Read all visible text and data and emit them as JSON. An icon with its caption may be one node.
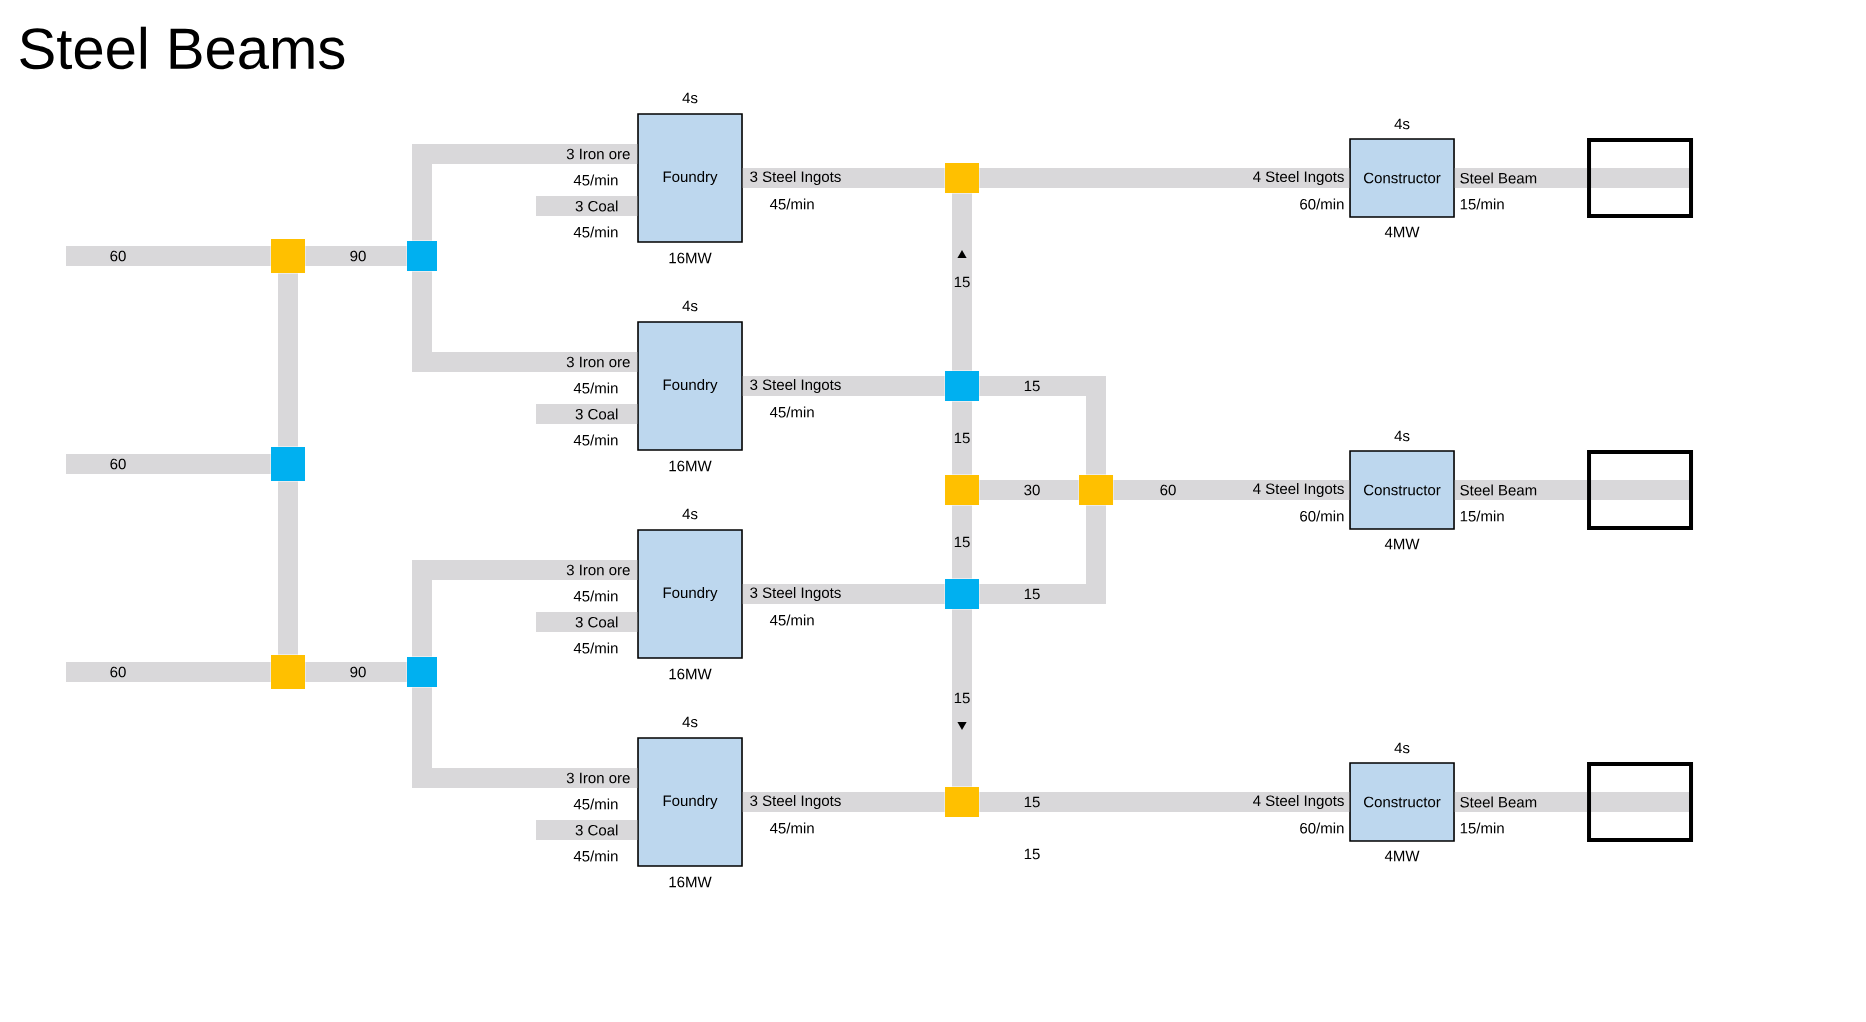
{
  "diagram": {
    "title": "Steel Beams",
    "nodes": [
      {
        "text": [],
        "shape": "box"
      },
      {
        "text": [],
        "shape": "box"
      },
      {
        "text": [],
        "shape": "box"
      },
      {
        "text": [],
        "shape": "box"
      },
      {
        "text": [],
        "shape": "box"
      },
      {
        "text": [
          "Foundry"
        ],
        "beside": [
          "4s",
          "3 Iron ore",
          "45/min",
          "3 Coal",
          "45/min",
          "3 Steel Ingots",
          "45/min",
          "16MW"
        ]
      },
      {
        "text": [
          "Foundry"
        ],
        "beside": [
          "4s",
          "3 Iron ore",
          "45/min",
          "3 Coal",
          "45/min",
          "3 Steel Ingots",
          "45/min",
          "16MW"
        ]
      },
      {
        "text": [
          "Foundry"
        ],
        "beside": [
          "4s",
          "3 Iron ore",
          "45/min",
          "3 Coal",
          "45/min",
          "3 Steel Ingots",
          "45/min",
          "16MW"
        ]
      },
      {
        "text": [
          "Foundry"
        ],
        "beside": [
          "4s",
          "3 Iron ore",
          "45/min",
          "3 Coal",
          "45/min",
          "3 Steel Ingots",
          "45/min",
          "16MW"
        ]
      },
      {
        "text": [],
        "shape": "box"
      },
      {
        "text": [],
        "shape": "box"
      },
      {
        "text": [],
        "shape": "box"
      },
      {
        "text": [],
        "shape": "box"
      },
      {
        "text": [],
        "shape": "box"
      },
      {
        "text": [],
        "shape": "box"
      },
      {
        "text": [
          "Constructor"
        ],
        "beside": [
          "4s",
          "4 Steel Ingots",
          "60/min",
          "Steel Beam",
          "15/min",
          "4MW"
        ]
      },
      {
        "text": [
          "Constructor"
        ],
        "beside": [
          "4s",
          "4 Steel Ingots",
          "60/min",
          "Steel Beam",
          "15/min",
          "4MW"
        ]
      },
      {
        "text": [
          "Constructor"
        ],
        "beside": [
          "4s",
          "4 Steel Ingots",
          "60/min",
          "Steel Beam",
          "15/min",
          "4MW"
        ]
      },
      {
        "text": [],
        "shape": "box"
      },
      {
        "text": [],
        "shape": "box"
      },
      {
        "text": [],
        "shape": "box"
      }
    ],
    "edges": [
      {
        "from": null,
        "to": 0,
        "arrow": "none",
        "label": "60"
      },
      {
        "from": null,
        "to": 1,
        "arrow": "none",
        "label": "60"
      },
      {
        "from": null,
        "to": 2,
        "arrow": "none",
        "label": "60"
      },
      {
        "from": 1,
        "to": 0,
        "arrow": "none"
      },
      {
        "from": 1,
        "to": 2,
        "arrow": "none"
      },
      {
        "from": 0,
        "to": 3,
        "arrow": "none",
        "label": "90"
      },
      {
        "from": 2,
        "to": 4,
        "arrow": "none",
        "label": "90"
      },
      {
        "from": 3,
        "to": 5,
        "arrow": "none"
      },
      {
        "from": null,
        "to": 5,
        "arrow": "none"
      },
      {
        "from": 3,
        "to": 6,
        "arrow": "none"
      },
      {
        "from": null,
        "to": 6,
        "arrow": "none"
      },
      {
        "from": 4,
        "to": 7,
        "arrow": "none"
      },
      {
        "from": null,
        "to": 7,
        "arrow": "none"
      },
      {
        "from": 4,
        "to": 8,
        "arrow": "none"
      },
      {
        "from": null,
        "to": 8,
        "arrow": "none"
      },
      {
        "from": 5,
        "to": 9,
        "arrow": "none"
      },
      {
        "from": 6,
        "to": 10,
        "arrow": "none"
      },
      {
        "from": 7,
        "to": 12,
        "arrow": "none"
      },
      {
        "from": 8,
        "to": 13,
        "arrow": "none"
      },
      {
        "from": 10,
        "to": 9,
        "arrow": "to",
        "label": "15"
      },
      {
        "from": 10,
        "to": 11,
        "arrow": "none",
        "label": "15"
      },
      {
        "from": 12,
        "to": 11,
        "arrow": "none",
        "label": "15"
      },
      {
        "from": 12,
        "to": 13,
        "arrow": "to",
        "label": "15"
      },
      {
        "from": 10,
        "to": 14,
        "arrow": "none",
        "label": "15"
      },
      {
        "from": 11,
        "to": 14,
        "arrow": "none",
        "label": "30"
      },
      {
        "from": 12,
        "to": 14,
        "arrow": "none",
        "label": "15"
      },
      {
        "from": 9,
        "to": 15,
        "arrow": "none"
      },
      {
        "from": 14,
        "to": 16,
        "arrow": "none",
        "label": "60"
      },
      {
        "from": 13,
        "to": 17,
        "arrow": "none",
        "label": "15"
      },
      {
        "from": 15,
        "to": 18,
        "arrow": "none"
      },
      {
        "from": 16,
        "to": 19,
        "arrow": "none"
      },
      {
        "from": 17,
        "to": 20,
        "arrow": "none"
      }
    ],
    "labels": [
      "15"
    ]
  }
}
